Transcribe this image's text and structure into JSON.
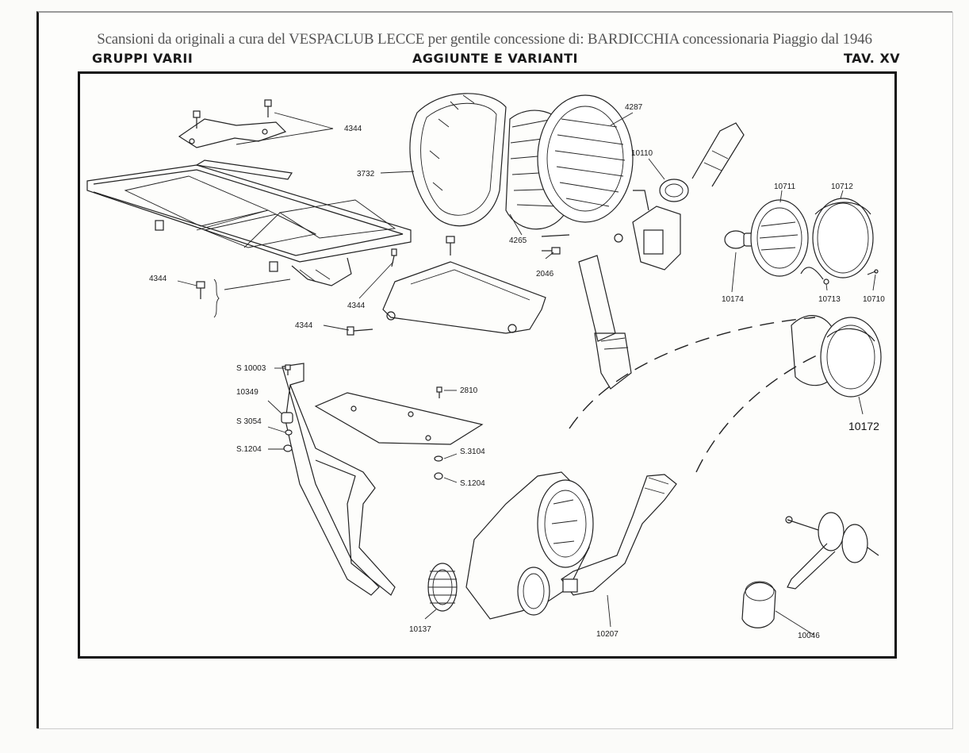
{
  "banner": "Scansioni da originali a cura del VESPACLUB LECCE per gentile concessione di: BARDICCHIA concessionaria Piaggio dal 1946",
  "header": {
    "left": "GRUPPI VARII",
    "center": "AGGIUNTE E VARIANTI",
    "right": "TAV. XV"
  },
  "callouts": {
    "c4344_top": "4344",
    "c3732": "3732",
    "c4287": "4287",
    "c10110": "10110",
    "c4265": "4265",
    "c2046": "2046",
    "c10711": "10711",
    "c10712": "10712",
    "c10174": "10174",
    "c10713": "10713",
    "c10710": "10710",
    "c4344_left": "4344",
    "c4344_mid": "4344",
    "c4344_bolt": "4344",
    "cS10003": "S 10003",
    "c10349": "10349",
    "cS3054": "S 3054",
    "cS1204_l": "S.1204",
    "c2810": "2810",
    "cS3104": "S.3104",
    "cS1204_r": "S.1204",
    "c10172": "10172",
    "c10137": "10137",
    "c10207": "10207",
    "c10046": "10046"
  }
}
